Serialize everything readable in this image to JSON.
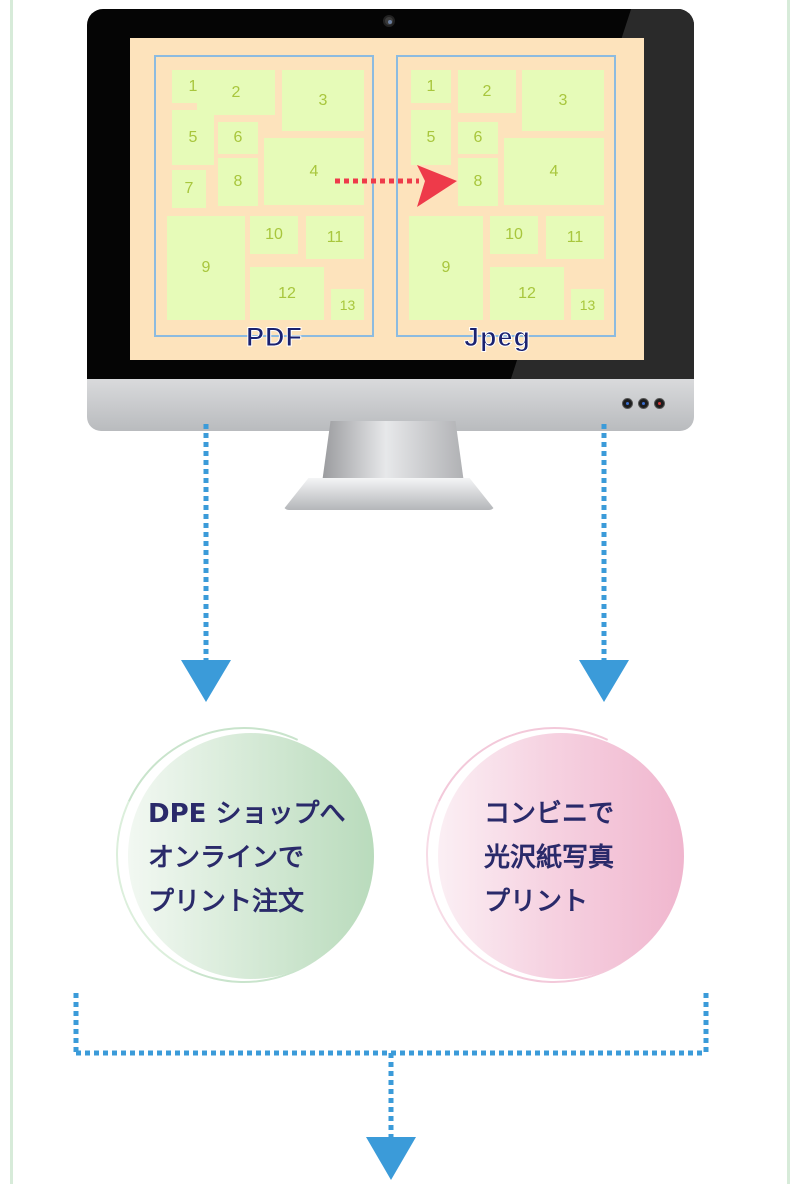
{
  "screen": {
    "left_panel_label": "PDF",
    "right_panel_label": "Jpeg",
    "left_cells": [
      "1",
      "2",
      "3",
      "5",
      "6",
      "4",
      "7",
      "8",
      "9",
      "10",
      "11",
      "12",
      "13"
    ],
    "right_cells": [
      "1",
      "2",
      "3",
      "5",
      "6",
      "4",
      "8",
      "9",
      "10",
      "11",
      "12",
      "13"
    ]
  },
  "options": {
    "left_text": "DPE ショップへ\nオンラインで\nプリント注文",
    "right_text": "コンビニで\n光沢紙写真\nプリント"
  },
  "colors": {
    "arrow_blue": "#3b9bd9",
    "screen_arrow_red": "#ee3a4a",
    "cell_fill": "#e6fbb8",
    "screen_bg": "#fde3bc"
  }
}
